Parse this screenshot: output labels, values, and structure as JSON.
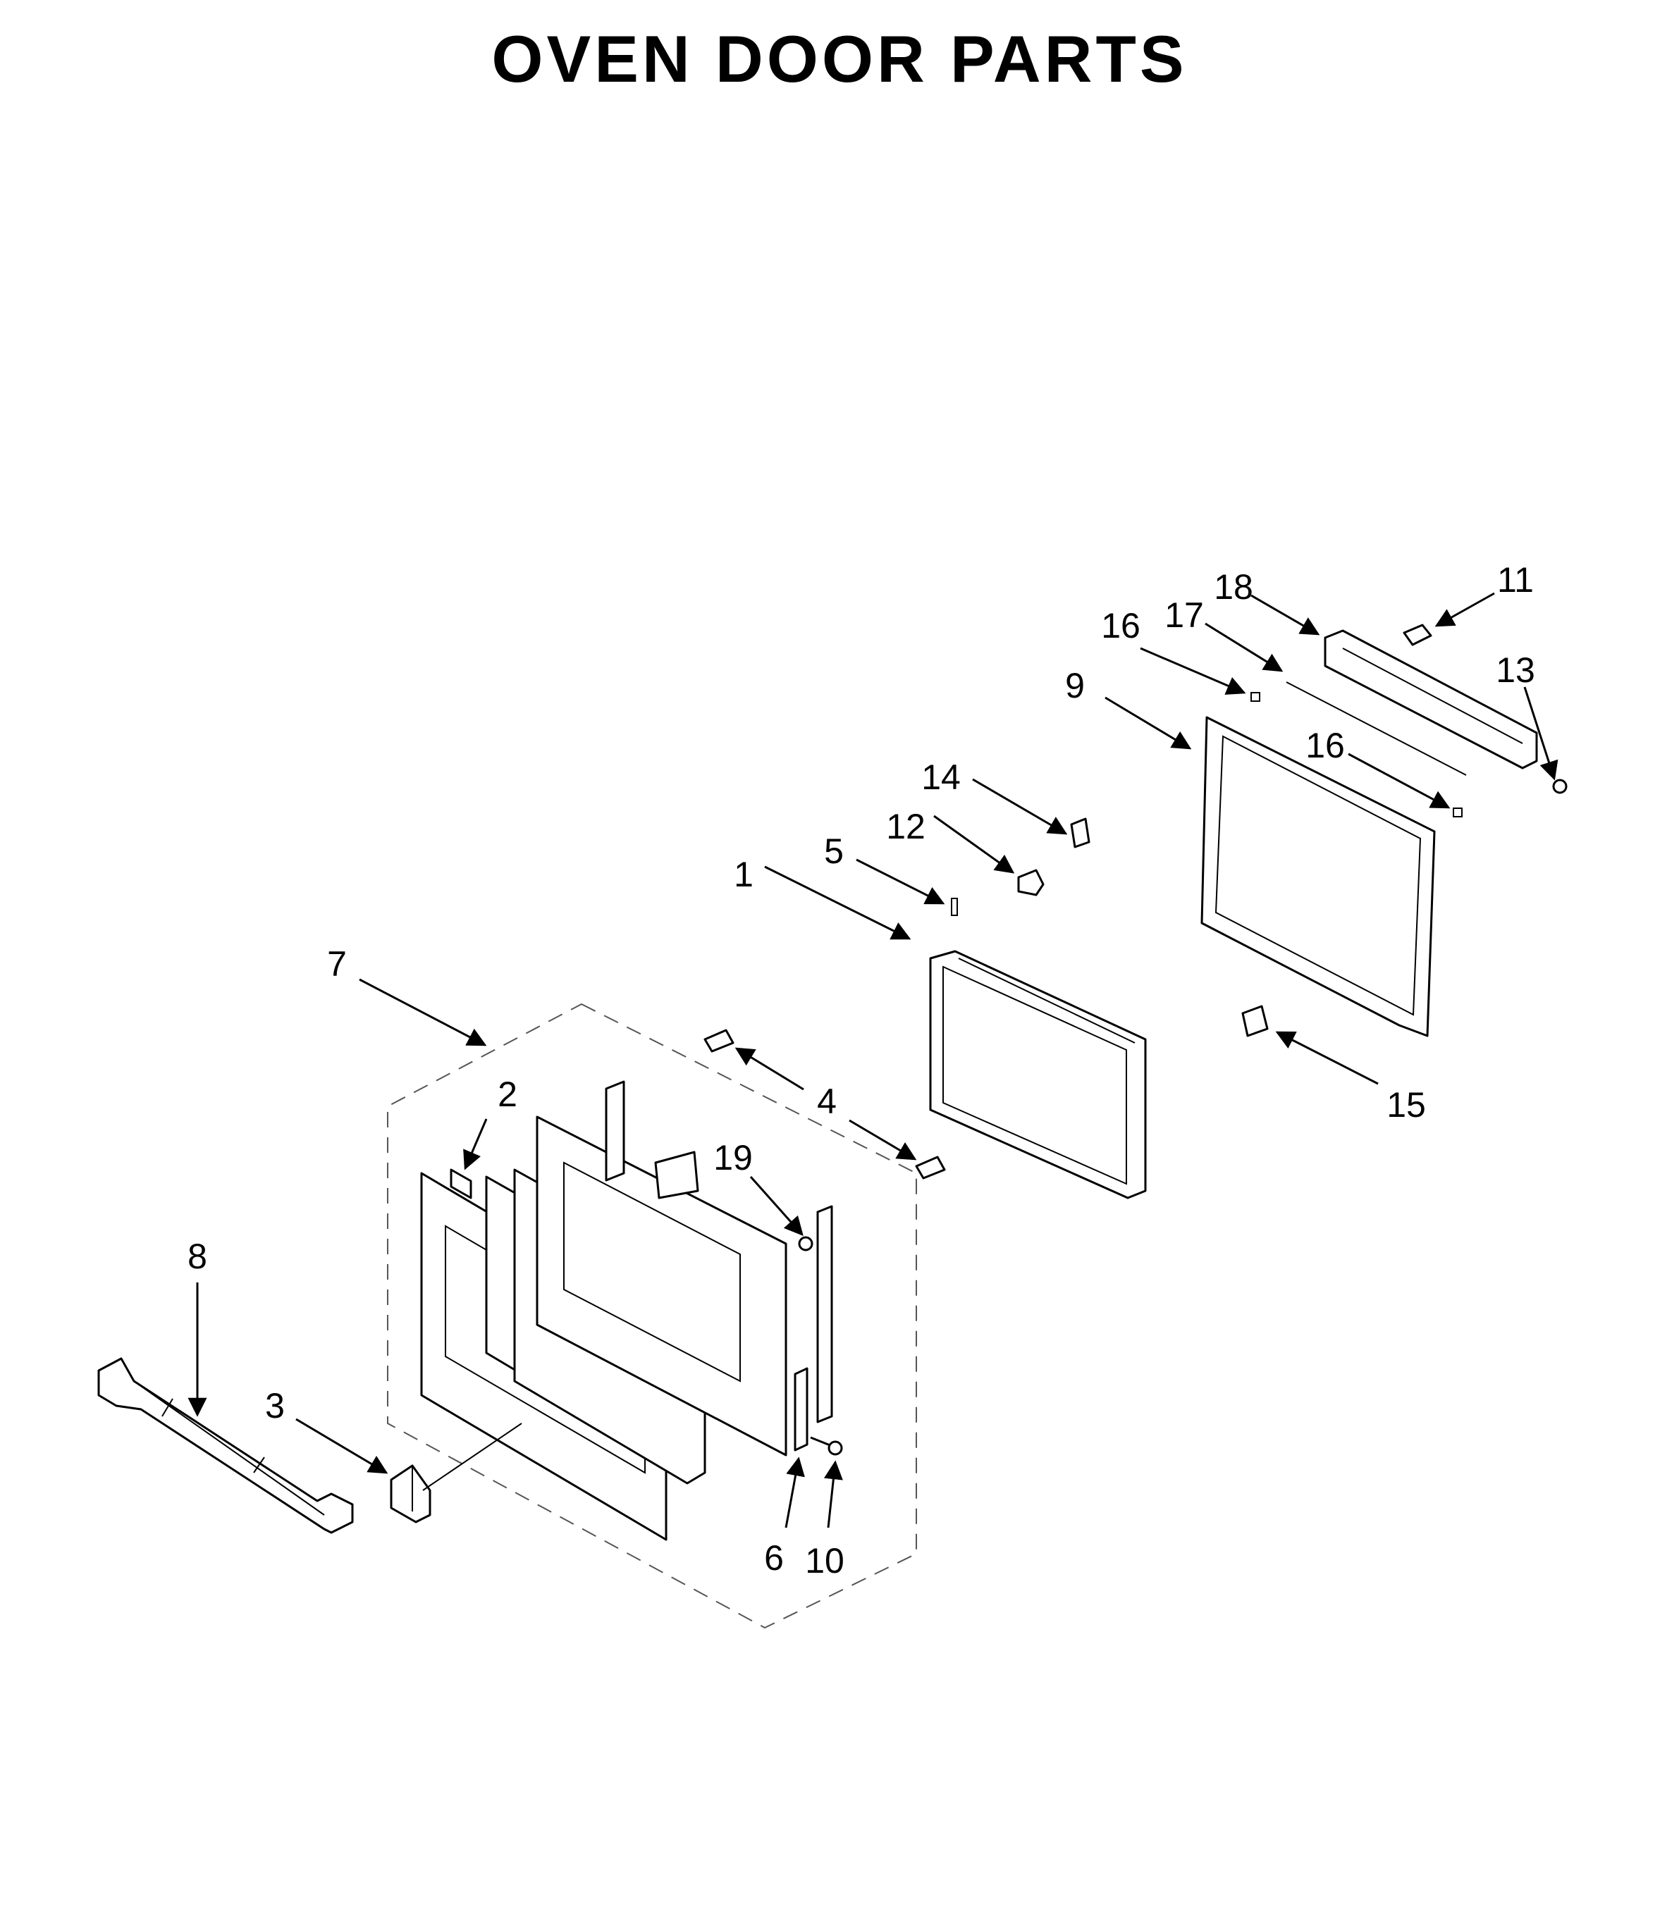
{
  "title": "OVEN DOOR PARTS",
  "callouts": [
    {
      "id": "1",
      "label": "1"
    },
    {
      "id": "2",
      "label": "2"
    },
    {
      "id": "3",
      "label": "3"
    },
    {
      "id": "4",
      "label": "4"
    },
    {
      "id": "5",
      "label": "5"
    },
    {
      "id": "6",
      "label": "6"
    },
    {
      "id": "7",
      "label": "7"
    },
    {
      "id": "8",
      "label": "8"
    },
    {
      "id": "9",
      "label": "9"
    },
    {
      "id": "10",
      "label": "10"
    },
    {
      "id": "11",
      "label": "11"
    },
    {
      "id": "12",
      "label": "12"
    },
    {
      "id": "13",
      "label": "13"
    },
    {
      "id": "14",
      "label": "14"
    },
    {
      "id": "15",
      "label": "15"
    },
    {
      "id": "16a",
      "label": "16"
    },
    {
      "id": "16b",
      "label": "16"
    },
    {
      "id": "17",
      "label": "17"
    },
    {
      "id": "18",
      "label": "18"
    },
    {
      "id": "19",
      "label": "19"
    }
  ]
}
